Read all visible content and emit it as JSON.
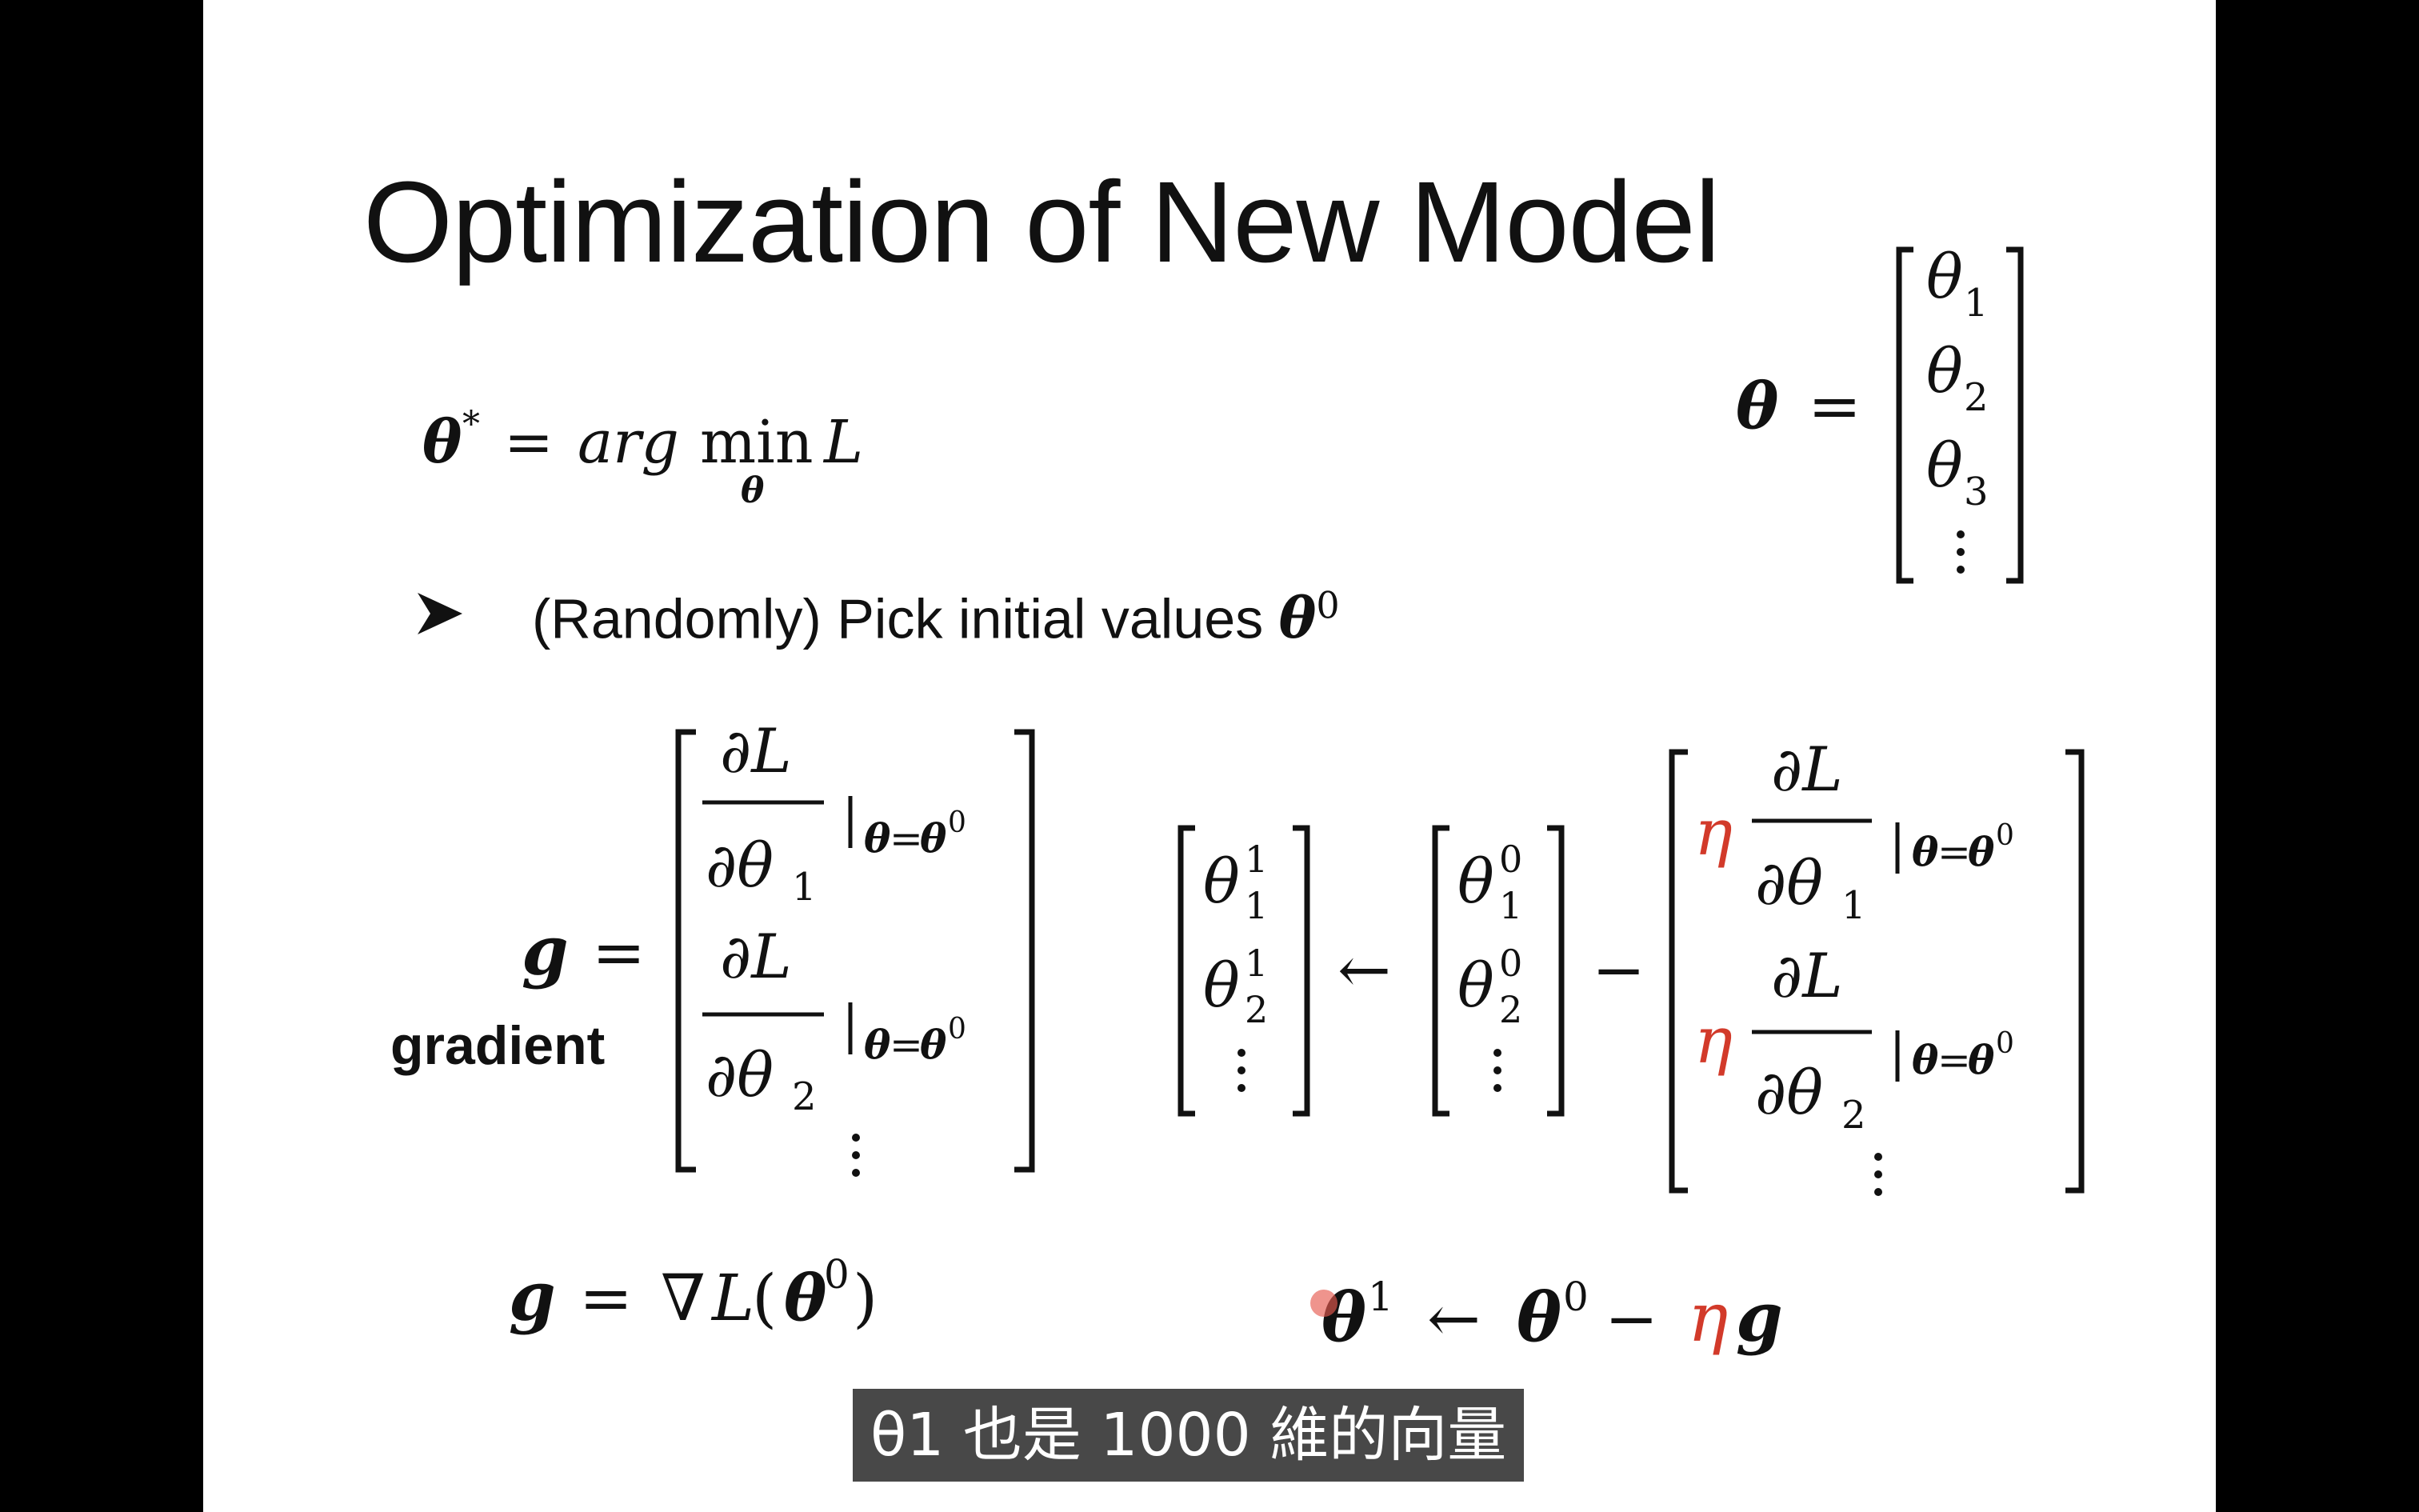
{
  "slide": {
    "title": "Optimization of New Model",
    "bullet": {
      "icon": "arrowhead-bullet-icon",
      "text": "(Randomly) Pick initial values "
    },
    "gradient_label": "gradient",
    "equations": {
      "argmin": "θ* = arg min L",
      "theta_vector": "θ = [θ1, θ2, θ3, ⋮]",
      "gradient_def": "g = [∂L/∂θ1 |θ=θ0, ∂L/∂θ2 |θ=θ0, ⋮]",
      "update_rule": "[θ1^1, θ2^1, ⋮] ← [θ1^0, θ2^0, ⋮] − [η ∂L/∂θ1 |θ=θ0, η ∂L/∂θ2 |θ=θ0, ⋮]",
      "gradient_nabla": "g = ∇L(θ0)",
      "vector_update": "θ1 ← θ0 − ηg"
    },
    "colors": {
      "eta": "#d23a2a",
      "text": "#111111",
      "background": "#ffffff"
    }
  },
  "subtitle": {
    "text": "θ1 也是 1000 維的向量"
  }
}
